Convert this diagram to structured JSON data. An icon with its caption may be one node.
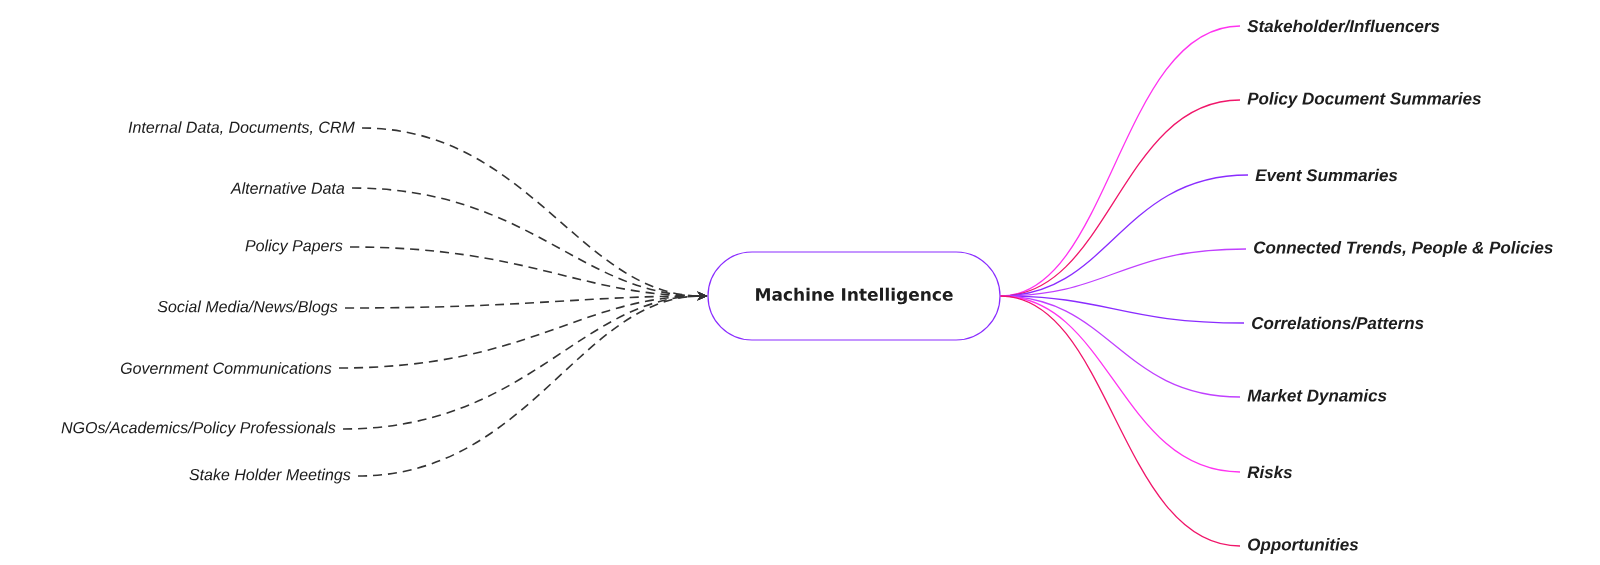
{
  "diagram": {
    "nodes": [
      {
        "text": [
          "Internal Data, Documents, CRM"
        ]
      },
      {
        "text": [
          "Alternative Data"
        ]
      },
      {
        "text": [
          "Policy Papers"
        ]
      },
      {
        "text": [
          "Social Media/News/Blogs"
        ]
      },
      {
        "text": [
          "Government Communications"
        ]
      },
      {
        "text": [
          "NGOs/Academics/Policy Professionals"
        ]
      },
      {
        "text": [
          "Stake Holder Meetings"
        ]
      },
      {
        "text": [
          "Machine Intelligence"
        ]
      },
      {
        "text": [
          "Stakeholder/Influencers"
        ]
      },
      {
        "text": [
          "Policy Document Summaries"
        ]
      },
      {
        "text": [
          "Event Summaries"
        ]
      },
      {
        "text": [
          "Connected Trends, People & Policies"
        ]
      },
      {
        "text": [
          "Correlations/Patterns"
        ]
      },
      {
        "text": [
          "Market Dynamics"
        ]
      },
      {
        "text": [
          "Risks"
        ]
      },
      {
        "text": [
          "Opportunities"
        ]
      }
    ],
    "edges": [
      {
        "from": 0,
        "to": 7,
        "arrow": "to",
        "style": "dashed"
      },
      {
        "from": 1,
        "to": 7,
        "arrow": "to",
        "style": "dashed"
      },
      {
        "from": 2,
        "to": 7,
        "arrow": "to",
        "style": "dashed"
      },
      {
        "from": 3,
        "to": 7,
        "arrow": "to",
        "style": "dashed"
      },
      {
        "from": 4,
        "to": 7,
        "arrow": "to",
        "style": "dashed"
      },
      {
        "from": 5,
        "to": 7,
        "arrow": "to",
        "style": "dashed"
      },
      {
        "from": 6,
        "to": 7,
        "arrow": "to",
        "style": "dashed"
      },
      {
        "from": 7,
        "to": 8,
        "arrow": "none",
        "color": "#ff33f0"
      },
      {
        "from": 7,
        "to": 9,
        "arrow": "none",
        "color": "#f0166a"
      },
      {
        "from": 7,
        "to": 10,
        "arrow": "none",
        "color": "#8a2cff"
      },
      {
        "from": 7,
        "to": 11,
        "arrow": "none",
        "color": "#c040ff"
      },
      {
        "from": 7,
        "to": 12,
        "arrow": "none",
        "color": "#8a2cff"
      },
      {
        "from": 7,
        "to": 13,
        "arrow": "none",
        "color": "#c040ff"
      },
      {
        "from": 7,
        "to": 14,
        "arrow": "none",
        "color": "#ff33f0"
      },
      {
        "from": 7,
        "to": 15,
        "arrow": "none",
        "color": "#f0166a"
      }
    ]
  }
}
